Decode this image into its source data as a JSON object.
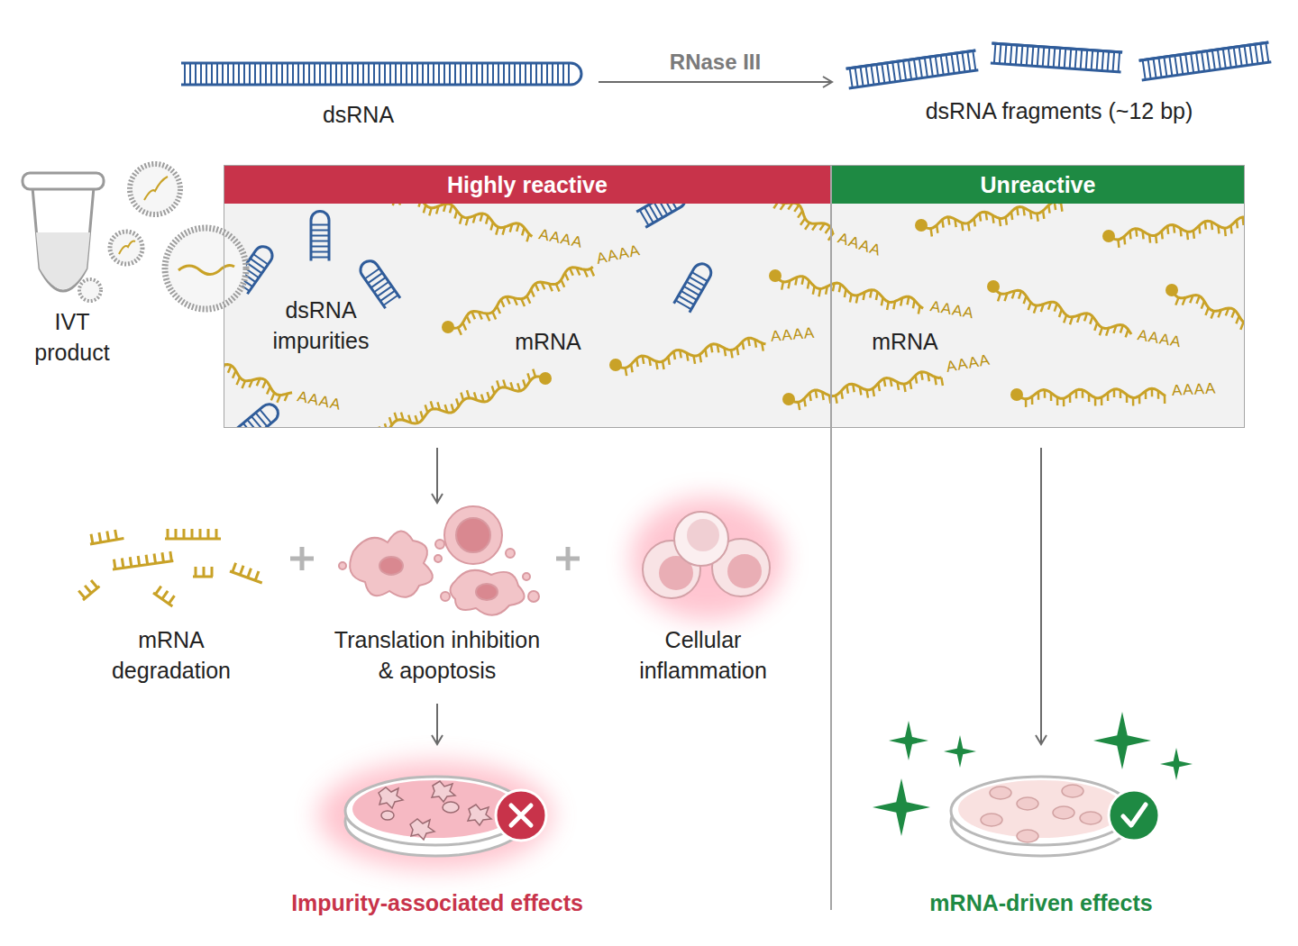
{
  "diagram": {
    "nodes": [
      {
        "text": [
          "dsRNA"
        ]
      },
      {
        "text": [
          "dsRNA fragments (~12 bp)"
        ]
      },
      {
        "text": [
          "Highly reactive",
          "dsRNA impurities",
          "mRNA"
        ]
      },
      {
        "text": [
          "Unreactive",
          "mRNA"
        ]
      },
      {
        "text": [
          "mRNA degradation"
        ]
      },
      {
        "text": [
          "Translation inhibition & apoptosis"
        ]
      },
      {
        "text": [
          "Cellular inflammation"
        ]
      },
      {
        "text": [
          "Impurity-associated effects"
        ]
      },
      {
        "text": [
          "mRNA-driven effects"
        ]
      }
    ],
    "edges": [
      {
        "from": 0,
        "to": 1,
        "arrow": "to",
        "label": "RNase III"
      },
      {
        "from": 2,
        "to": 5,
        "arrow": "to"
      },
      {
        "from": 5,
        "to": 7,
        "arrow": "to"
      },
      {
        "from": 3,
        "to": 8,
        "arrow": "to"
      }
    ],
    "labels": [
      "IVT product",
      "AAAA",
      "AAAA",
      "AAAA",
      "AAAA",
      "AAAA",
      "AAAA",
      "AAAA",
      "AAAA",
      "AAAA"
    ]
  }
}
